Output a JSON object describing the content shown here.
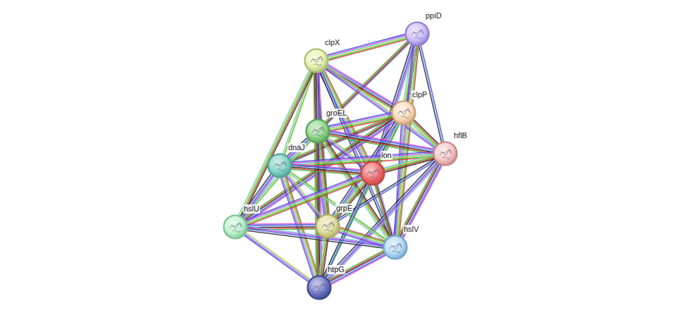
{
  "diagram": {
    "nodes": [
      {
        "text": [
          "ppiD"
        ]
      },
      {
        "text": [
          "clpX"
        ]
      },
      {
        "text": [
          "clpP"
        ]
      },
      {
        "text": [
          "groEL"
        ]
      },
      {
        "text": [
          "hflB"
        ]
      },
      {
        "text": [
          "dnaJ"
        ]
      },
      {
        "text": [
          "lon"
        ]
      },
      {
        "text": [
          "hslU"
        ]
      },
      {
        "text": [
          "grpE"
        ]
      },
      {
        "text": [
          "hslV"
        ]
      },
      {
        "text": [
          "htpG"
        ]
      }
    ],
    "edges": [
      {
        "from": 0,
        "to": 1,
        "arrow": "none"
      },
      {
        "from": 0,
        "to": 2,
        "arrow": "none"
      },
      {
        "from": 0,
        "to": 3,
        "arrow": "none"
      },
      {
        "from": 0,
        "to": 4,
        "arrow": "none"
      },
      {
        "from": 0,
        "to": 6,
        "arrow": "none"
      },
      {
        "from": 0,
        "to": 9,
        "arrow": "none"
      },
      {
        "from": 1,
        "to": 2,
        "arrow": "none"
      },
      {
        "from": 1,
        "to": 3,
        "arrow": "none"
      },
      {
        "from": 1,
        "to": 4,
        "arrow": "none"
      },
      {
        "from": 1,
        "to": 5,
        "arrow": "none"
      },
      {
        "from": 1,
        "to": 6,
        "arrow": "none"
      },
      {
        "from": 1,
        "to": 7,
        "arrow": "none"
      },
      {
        "from": 1,
        "to": 8,
        "arrow": "none"
      },
      {
        "from": 1,
        "to": 9,
        "arrow": "none"
      },
      {
        "from": 1,
        "to": 10,
        "arrow": "none"
      },
      {
        "from": 2,
        "to": 3,
        "arrow": "none"
      },
      {
        "from": 2,
        "to": 4,
        "arrow": "none"
      },
      {
        "from": 2,
        "to": 5,
        "arrow": "none"
      },
      {
        "from": 2,
        "to": 6,
        "arrow": "none"
      },
      {
        "from": 2,
        "to": 7,
        "arrow": "none"
      },
      {
        "from": 2,
        "to": 8,
        "arrow": "none"
      },
      {
        "from": 2,
        "to": 9,
        "arrow": "none"
      },
      {
        "from": 2,
        "to": 10,
        "arrow": "none"
      },
      {
        "from": 3,
        "to": 4,
        "arrow": "none"
      },
      {
        "from": 3,
        "to": 5,
        "arrow": "none"
      },
      {
        "from": 3,
        "to": 6,
        "arrow": "none"
      },
      {
        "from": 3,
        "to": 7,
        "arrow": "none"
      },
      {
        "from": 3,
        "to": 8,
        "arrow": "none"
      },
      {
        "from": 3,
        "to": 9,
        "arrow": "none"
      },
      {
        "from": 3,
        "to": 10,
        "arrow": "none"
      },
      {
        "from": 4,
        "to": 5,
        "arrow": "none"
      },
      {
        "from": 4,
        "to": 6,
        "arrow": "none"
      },
      {
        "from": 4,
        "to": 8,
        "arrow": "none"
      },
      {
        "from": 4,
        "to": 9,
        "arrow": "none"
      },
      {
        "from": 4,
        "to": 10,
        "arrow": "none"
      },
      {
        "from": 5,
        "to": 6,
        "arrow": "none"
      },
      {
        "from": 5,
        "to": 7,
        "arrow": "none"
      },
      {
        "from": 5,
        "to": 8,
        "arrow": "none"
      },
      {
        "from": 5,
        "to": 9,
        "arrow": "none"
      },
      {
        "from": 5,
        "to": 10,
        "arrow": "none"
      },
      {
        "from": 6,
        "to": 7,
        "arrow": "none"
      },
      {
        "from": 6,
        "to": 8,
        "arrow": "none"
      },
      {
        "from": 6,
        "to": 9,
        "arrow": "none"
      },
      {
        "from": 6,
        "to": 10,
        "arrow": "none"
      },
      {
        "from": 7,
        "to": 8,
        "arrow": "none"
      },
      {
        "from": 7,
        "to": 9,
        "arrow": "none"
      },
      {
        "from": 7,
        "to": 10,
        "arrow": "none"
      },
      {
        "from": 8,
        "to": 9,
        "arrow": "none"
      },
      {
        "from": 8,
        "to": 10,
        "arrow": "none"
      },
      {
        "from": 9,
        "to": 10,
        "arrow": "none"
      }
    ]
  }
}
